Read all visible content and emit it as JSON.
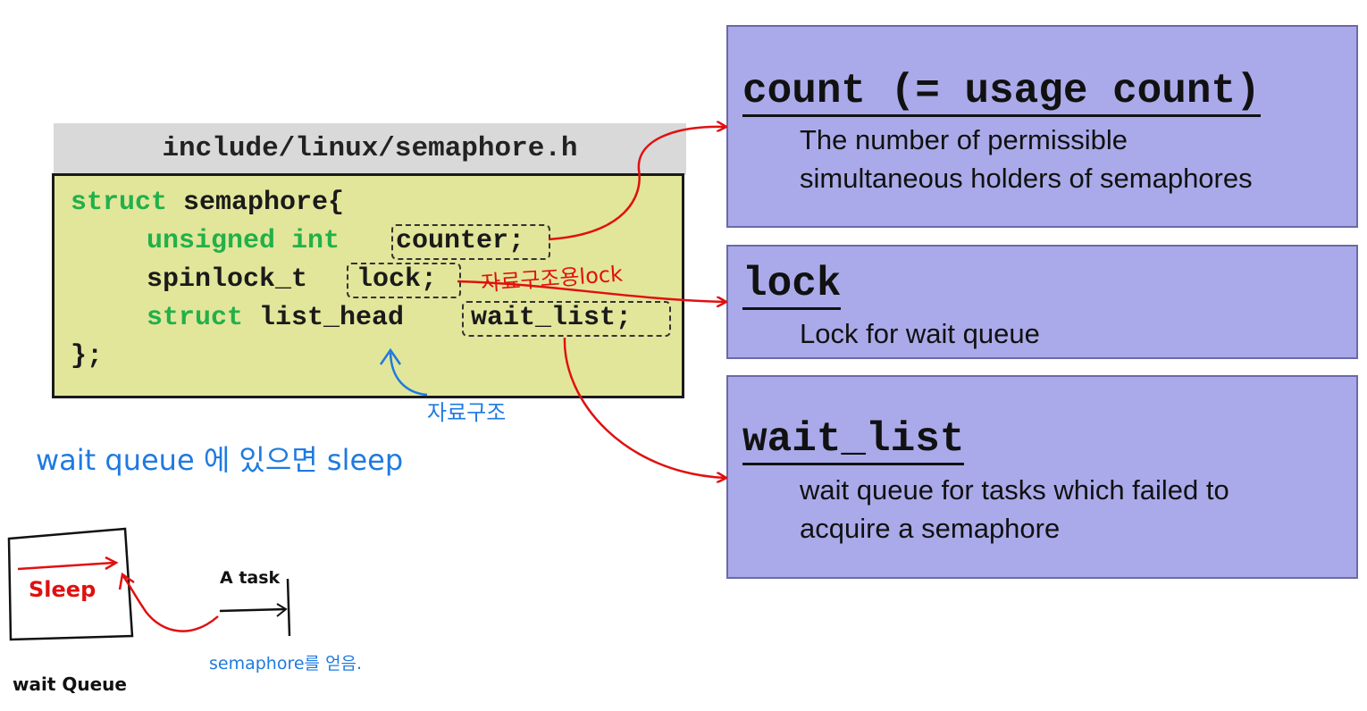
{
  "code": {
    "file": "include/linux/semaphore.h",
    "line1_kw": "struct",
    "line1_rest": " semaphore{",
    "line2_kw": "unsigned int",
    "line2_field": "counter;",
    "line3_type": "spinlock_t",
    "line3_field": "lock;",
    "line4_kw": "struct",
    "line4_type": " list_head",
    "line4_field": "wait_list;",
    "line5": "};"
  },
  "panels": [
    {
      "title": "count (= usage count)",
      "desc": "The number of permissible\nsimultaneous holders of semaphores"
    },
    {
      "title": "lock",
      "desc": "Lock for wait queue"
    },
    {
      "title": "wait_list",
      "desc": "wait queue for tasks which failed to\nacquire a semaphore"
    }
  ],
  "annotations": {
    "lock_note": "자료구조용lock",
    "list_head_note": "자료구조",
    "sleep_note": "wait queue 에 있으면 sleep",
    "sleep_label": "Sleep",
    "task_label": "A task",
    "semaphore_note": "semaphore를 얻음.",
    "wait_queue_label": "wait Queue"
  },
  "colors": {
    "code_bg": "#e2e69a",
    "keyword": "#22b04a",
    "panel_bg": "#aaaaea",
    "arrow_red": "#e01010",
    "pen_blue": "#1f7ae0"
  }
}
